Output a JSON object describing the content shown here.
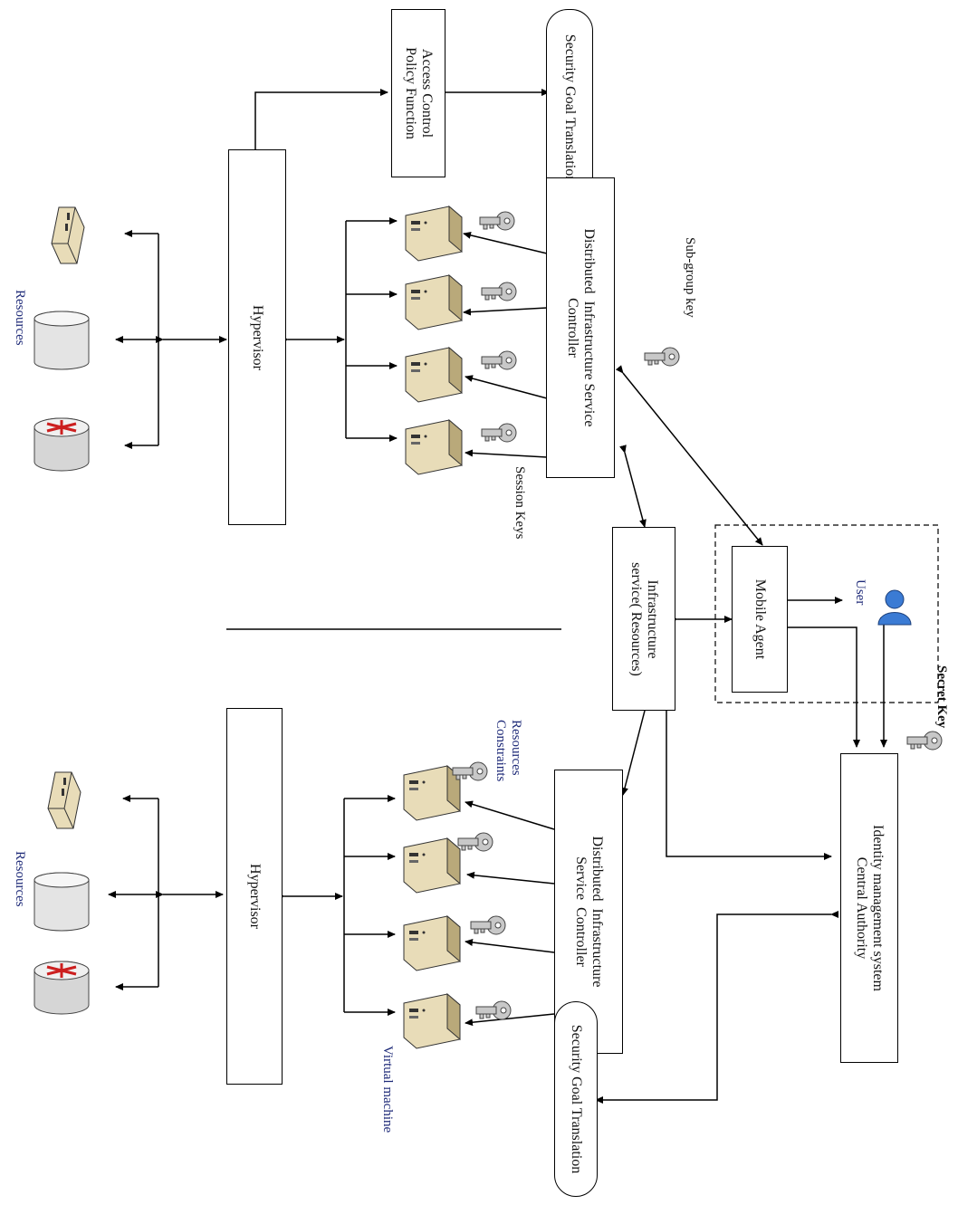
{
  "diagram": {
    "access_control": "Access Control\nPolicy Function",
    "security_goal_top": "Security Goal Translation",
    "security_goal_bottom": "Security Goal Translation",
    "dis_controller_top": "Distributed  Infrastructure Service\nController",
    "dis_controller_bottom": "Distributed  Infrastructure\nService  Controller",
    "hypervisor_top": "Hypervisor",
    "hypervisor_bottom": "Hypervisor",
    "infrastructure_service": "Infrastructure\nservice( Resources)",
    "mobile_agent": "Mobile Agent",
    "identity_management": "Identity management system\nCentral Authority",
    "label_subgroup_key": "Sub-group key",
    "label_session_keys": "Session Keys",
    "label_resources_top": "Resources",
    "label_resources_bottom": "Resources",
    "label_resources_constraints": "Resources\nConstraints",
    "label_virtual_machine": "Virtual machine",
    "label_user": "User",
    "label_secret_key": "Secret Key"
  },
  "colors": {
    "server_fill": "#e8dcb8",
    "server_shade": "#b9a97a",
    "key_fill": "#c8c8c8",
    "user_fill": "#3b7bd4",
    "router_arrow": "#cc1f1f",
    "label_blue": "#1e2a78"
  },
  "icons": [
    "server-icon",
    "key-icon",
    "database-icon",
    "router-icon",
    "switch-icon",
    "user-icon"
  ]
}
